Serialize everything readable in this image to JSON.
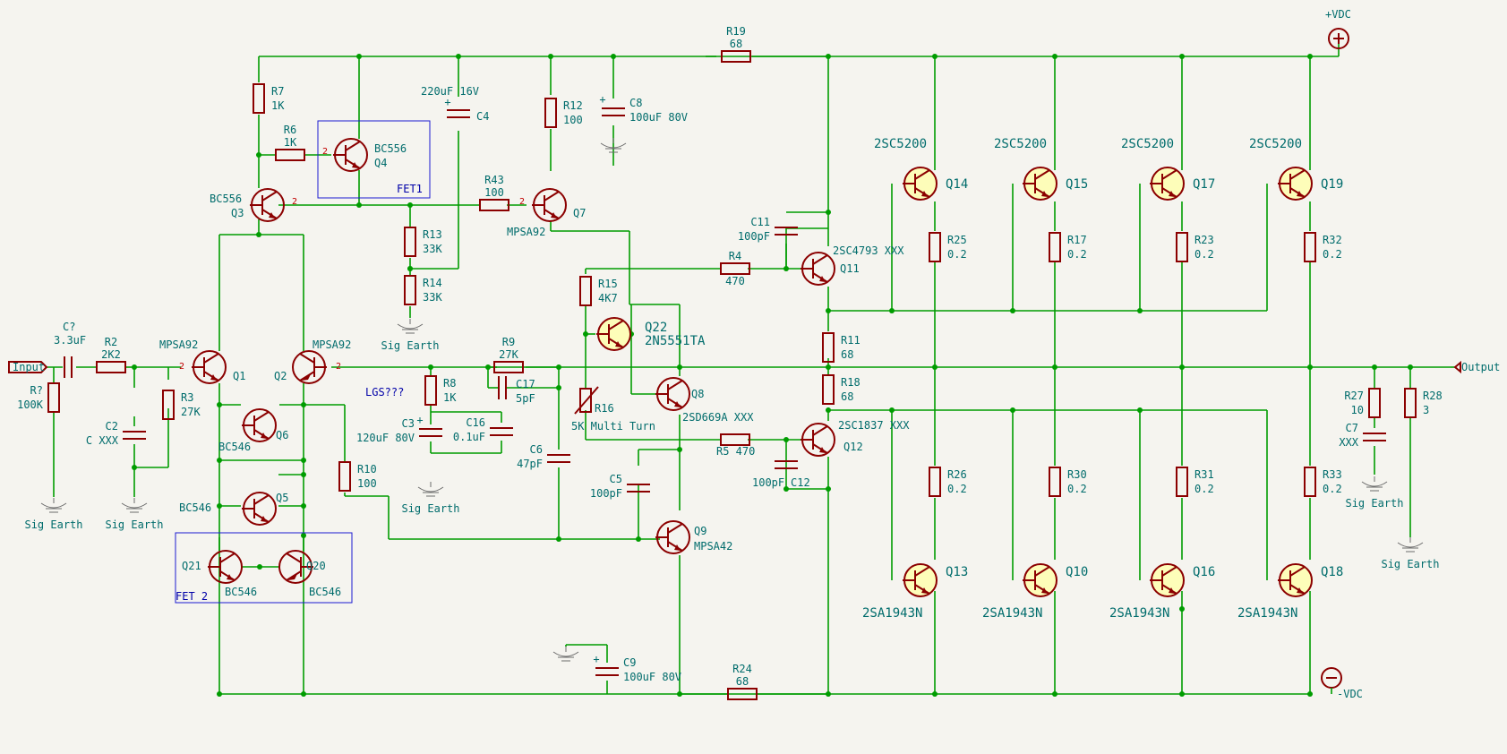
{
  "ports": {
    "input": "Input",
    "output": "Output",
    "pos_supply": "+VDC",
    "neg_supply": "-VDC"
  },
  "groups": {
    "fet1": "FET1",
    "fet2": "FET 2"
  },
  "notes": {
    "lgs": "LGS???"
  },
  "ground_labels": {
    "sig_earth": "Sig Earth"
  },
  "resistors": [
    {
      "ref": "R?",
      "value": "100K"
    },
    {
      "ref": "R2",
      "value": "2K2"
    },
    {
      "ref": "R3",
      "value": "27K"
    },
    {
      "ref": "R7",
      "value": "1K"
    },
    {
      "ref": "R6",
      "value": "1K"
    },
    {
      "ref": "R43",
      "value": "100"
    },
    {
      "ref": "R13",
      "value": "33K"
    },
    {
      "ref": "R14",
      "value": "33K"
    },
    {
      "ref": "R12",
      "value": "100"
    },
    {
      "ref": "R19",
      "value": "68"
    },
    {
      "ref": "R9",
      "value": "27K"
    },
    {
      "ref": "R8",
      "value": "1K"
    },
    {
      "ref": "R10",
      "value": "100"
    },
    {
      "ref": "R15",
      "value": "4K7"
    },
    {
      "ref": "R16",
      "value": "5K Multi Turn"
    },
    {
      "ref": "R4",
      "value": "470"
    },
    {
      "ref": "R5",
      "value": "470"
    },
    {
      "ref": "R11",
      "value": "68"
    },
    {
      "ref": "R18",
      "value": "68"
    },
    {
      "ref": "R24",
      "value": "68"
    },
    {
      "ref": "R25",
      "value": "0.2"
    },
    {
      "ref": "R17",
      "value": "0.2"
    },
    {
      "ref": "R23",
      "value": "0.2"
    },
    {
      "ref": "R32",
      "value": "0.2"
    },
    {
      "ref": "R26",
      "value": "0.2"
    },
    {
      "ref": "R30",
      "value": "0.2"
    },
    {
      "ref": "R31",
      "value": "0.2"
    },
    {
      "ref": "R33",
      "value": "0.2"
    },
    {
      "ref": "R27",
      "value": "10"
    },
    {
      "ref": "R28",
      "value": "3"
    }
  ],
  "capacitors": [
    {
      "ref": "C?",
      "value": "3.3uF"
    },
    {
      "ref": "C2",
      "value": "C XXX"
    },
    {
      "ref": "C4",
      "value": "220uF 16V"
    },
    {
      "ref": "C8",
      "value": "100uF 80V"
    },
    {
      "ref": "C3",
      "value": "120uF 80V"
    },
    {
      "ref": "C16",
      "value": "0.1uF"
    },
    {
      "ref": "C17",
      "value": "5pF"
    },
    {
      "ref": "C6",
      "value": "47pF"
    },
    {
      "ref": "C5",
      "value": "100pF"
    },
    {
      "ref": "C11",
      "value": "100pF"
    },
    {
      "ref": "C12",
      "value": "100pF"
    },
    {
      "ref": "C9",
      "value": "100uF 80V"
    },
    {
      "ref": "C7",
      "value": "XXX"
    }
  ],
  "transistors": [
    {
      "ref": "Q1",
      "value": "MPSA92"
    },
    {
      "ref": "Q2",
      "value": "MPSA92"
    },
    {
      "ref": "Q3",
      "value": "BC556"
    },
    {
      "ref": "Q4",
      "value": "BC556"
    },
    {
      "ref": "Q5",
      "value": "BC546"
    },
    {
      "ref": "Q6",
      "value": "BC546"
    },
    {
      "ref": "Q7",
      "value": "MPSA92"
    },
    {
      "ref": "Q8",
      "value": "2SD669A XXX"
    },
    {
      "ref": "Q9",
      "value": "MPSA42"
    },
    {
      "ref": "Q11",
      "value": "2SC4793 XXX"
    },
    {
      "ref": "Q12",
      "value": "2SC1837 XXX"
    },
    {
      "ref": "Q14",
      "value": "2SC5200"
    },
    {
      "ref": "Q15",
      "value": "2SC5200"
    },
    {
      "ref": "Q17",
      "value": "2SC5200"
    },
    {
      "ref": "Q19",
      "value": "2SC5200"
    },
    {
      "ref": "Q13",
      "value": "2SA1943N"
    },
    {
      "ref": "Q10",
      "value": "2SA1943N"
    },
    {
      "ref": "Q16",
      "value": "2SA1943N"
    },
    {
      "ref": "Q18",
      "value": "2SA1943N"
    },
    {
      "ref": "Q20",
      "value": "BC546"
    },
    {
      "ref": "Q21",
      "value": "BC546"
    },
    {
      "ref": "Q22",
      "value": "2N5551TA"
    }
  ],
  "colors": {
    "background": "#f5f4ef",
    "wire": "#009c00",
    "component": "#8b0000",
    "label": "#006c6c",
    "pin_number": "#c00000",
    "group_box": "#1a1ad0"
  }
}
